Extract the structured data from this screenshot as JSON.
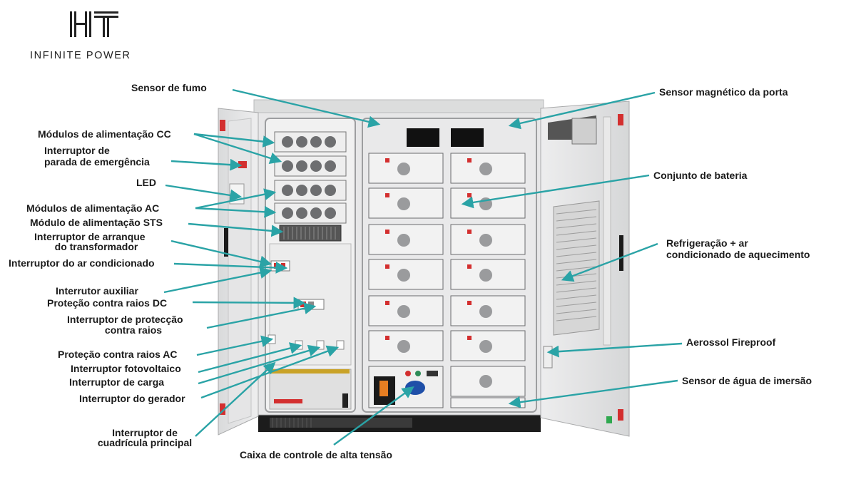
{
  "logo": {
    "mark": "HT",
    "tagline": "INFINITE POWER"
  },
  "accent_color": "#2aa3a6",
  "labels": {
    "sensor_fumo": "Sensor de fumo",
    "modulos_cc": "Módulos de alimentação CC",
    "interruptor_emergencia_l1": "Interruptor de",
    "interruptor_emergencia_l2": "parada de emergência",
    "led": "LED",
    "modulos_ac": "Módulos de alimentação AC",
    "modulo_sts": "Módulo de alimentação STS",
    "arranque_l1": "Interruptor de arranque",
    "arranque_l2": "do transformador",
    "ar_condicionado": "Interruptor do ar condicionado",
    "auxiliar": "Interrutor auxiliar",
    "raios_dc": "Proteção contra raios DC",
    "proteccao_raios_l1": "Interruptor de protecção",
    "proteccao_raios_l2": "contra raios",
    "raios_ac": "Proteção contra raios AC",
    "fotovoltaico": "Interruptor fotovoltaico",
    "carga": "Interruptor de carga",
    "gerador": "Interruptor do gerador",
    "cuadricula_l1": "Interruptor de",
    "cuadricula_l2": "cuadrícula principal",
    "alta_tensao": "Caixa de controle de alta tensão",
    "sensor_porta": "Sensor magnético da porta",
    "bateria": "Conjunto de bateria",
    "refrigeracao_l1": "Refrigeração + ar",
    "refrigeracao_l2": "condicionado de aquecimento",
    "aerossol": "Aerossol Fireproof",
    "sensor_agua": "Sensor de água de imersão"
  }
}
